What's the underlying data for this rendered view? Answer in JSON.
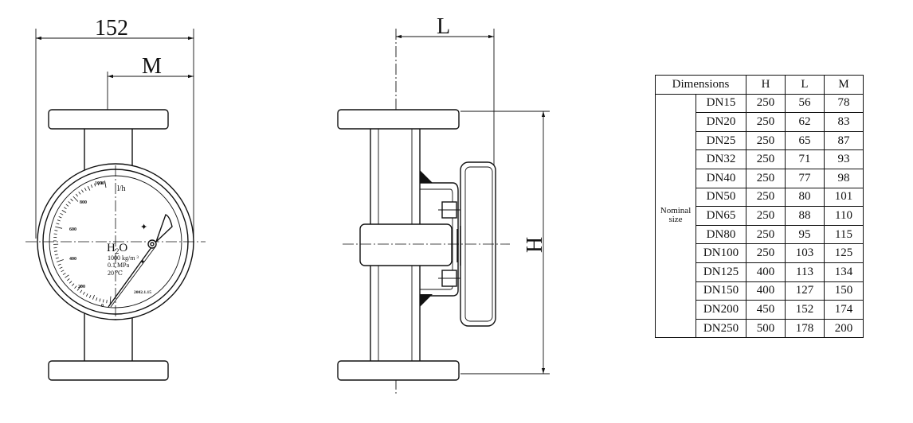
{
  "drawing": {
    "front_view": {
      "width_label": "152",
      "m_label": "M"
    },
    "side_view": {
      "l_label": "L",
      "h_label": "H"
    },
    "dial": {
      "scale_labels": [
        "1000",
        "800",
        "600",
        "400",
        "200",
        "0"
      ],
      "unit": "l/h",
      "medium": "H",
      "medium_sub": "2",
      "medium_end": "O",
      "density": "1000 kg/m ³",
      "pressure": "0.1  MPa",
      "temperature": "20 ℃",
      "date": "2002.1.15"
    }
  },
  "table": {
    "header": {
      "dimensions": "Dimensions",
      "h": "H",
      "l": "L",
      "m": "M"
    },
    "row_label_1": "Nominal",
    "row_label_2": "size",
    "rows": [
      {
        "dn": "DN15",
        "h": "250",
        "l": "56",
        "m": "78"
      },
      {
        "dn": "DN20",
        "h": "250",
        "l": "62",
        "m": "83"
      },
      {
        "dn": "DN25",
        "h": "250",
        "l": "65",
        "m": "87"
      },
      {
        "dn": "DN32",
        "h": "250",
        "l": "71",
        "m": "93"
      },
      {
        "dn": "DN40",
        "h": "250",
        "l": "77",
        "m": "98"
      },
      {
        "dn": "DN50",
        "h": "250",
        "l": "80",
        "m": "101"
      },
      {
        "dn": "DN65",
        "h": "250",
        "l": "88",
        "m": "110"
      },
      {
        "dn": "DN80",
        "h": "250",
        "l": "95",
        "m": "115"
      },
      {
        "dn": "DN100",
        "h": "250",
        "l": "103",
        "m": "125"
      },
      {
        "dn": "DN125",
        "h": "400",
        "l": "113",
        "m": "134"
      },
      {
        "dn": "DN150",
        "h": "400",
        "l": "127",
        "m": "150"
      },
      {
        "dn": "DN200",
        "h": "450",
        "l": "152",
        "m": "174"
      },
      {
        "dn": "DN250",
        "h": "500",
        "l": "178",
        "m": "200"
      }
    ]
  }
}
